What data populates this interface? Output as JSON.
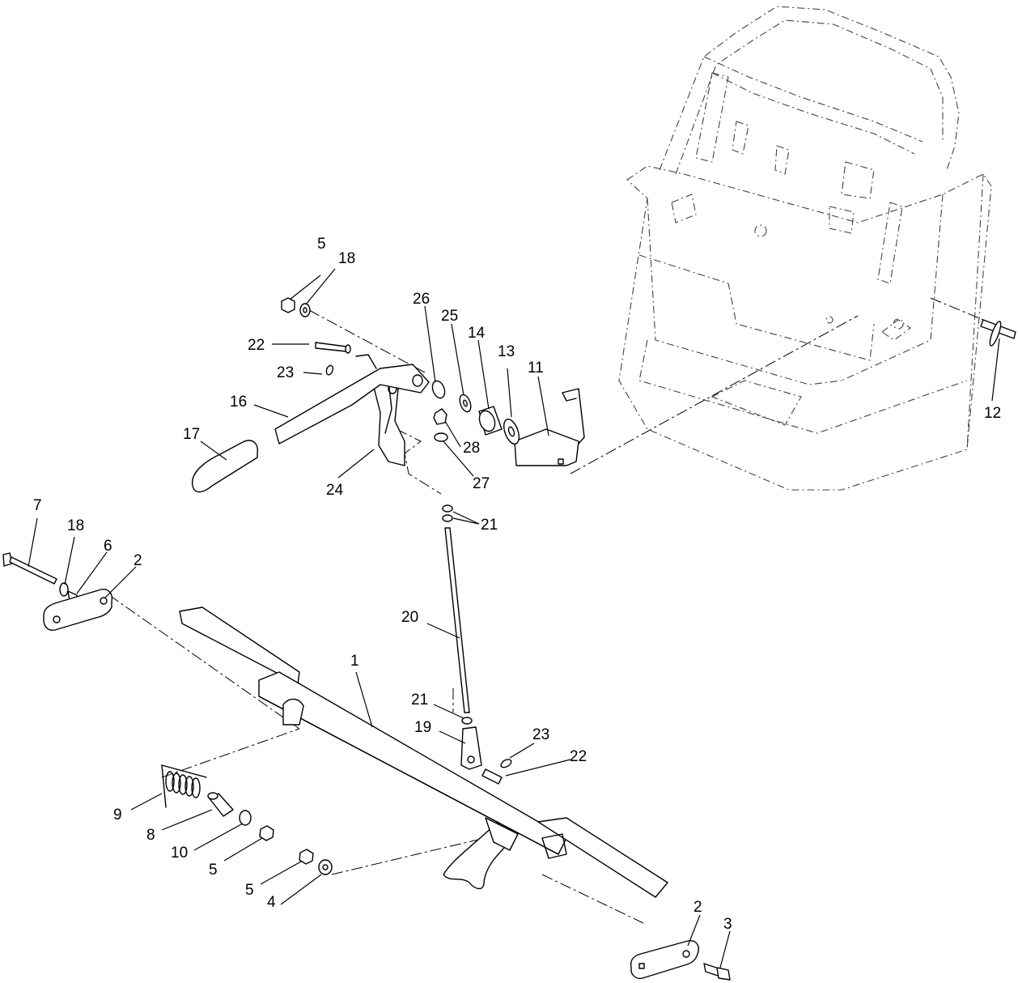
{
  "callouts": [
    {
      "id": "c1",
      "label": "1"
    },
    {
      "id": "c2a",
      "label": "2"
    },
    {
      "id": "c2b",
      "label": "2"
    },
    {
      "id": "c3",
      "label": "3"
    },
    {
      "id": "c4",
      "label": "4"
    },
    {
      "id": "c5a",
      "label": "5"
    },
    {
      "id": "c5b",
      "label": "5"
    },
    {
      "id": "c5c",
      "label": "5"
    },
    {
      "id": "c6",
      "label": "6"
    },
    {
      "id": "c7",
      "label": "7"
    },
    {
      "id": "c8",
      "label": "8"
    },
    {
      "id": "c9",
      "label": "9"
    },
    {
      "id": "c10",
      "label": "10"
    },
    {
      "id": "c11",
      "label": "11"
    },
    {
      "id": "c12",
      "label": "12"
    },
    {
      "id": "c13",
      "label": "13"
    },
    {
      "id": "c14",
      "label": "14"
    },
    {
      "id": "c16",
      "label": "16"
    },
    {
      "id": "c17",
      "label": "17"
    },
    {
      "id": "c18a",
      "label": "18"
    },
    {
      "id": "c18b",
      "label": "18"
    },
    {
      "id": "c19",
      "label": "19"
    },
    {
      "id": "c20",
      "label": "20"
    },
    {
      "id": "c21a",
      "label": "21"
    },
    {
      "id": "c21b",
      "label": "21"
    },
    {
      "id": "c22a",
      "label": "22"
    },
    {
      "id": "c22b",
      "label": "22"
    },
    {
      "id": "c23a",
      "label": "23"
    },
    {
      "id": "c23b",
      "label": "23"
    },
    {
      "id": "c24",
      "label": "24"
    },
    {
      "id": "c25",
      "label": "25"
    },
    {
      "id": "c26",
      "label": "26"
    },
    {
      "id": "c27",
      "label": "27"
    },
    {
      "id": "c28",
      "label": "28"
    }
  ]
}
